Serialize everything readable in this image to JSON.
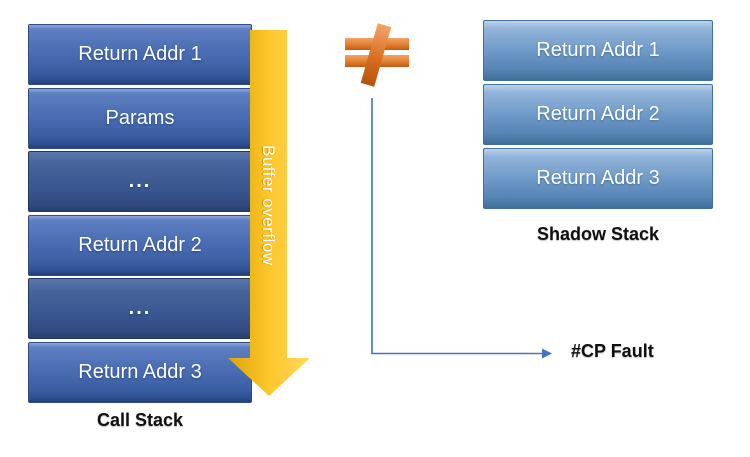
{
  "diagram": {
    "title_hint": "Shadow stack protection against buffer overflow",
    "call_stack": {
      "label": "Call Stack",
      "cells": [
        "Return Addr 1",
        "Params",
        "...",
        "Return Addr 2",
        "...",
        "Return Addr 3"
      ]
    },
    "shadow_stack": {
      "label": "Shadow Stack",
      "cells": [
        "Return Addr 1",
        "Return Addr 2",
        "Return Addr 3"
      ]
    },
    "buffer_overflow_arrow": {
      "label": "Buffer overflow"
    },
    "comparison": {
      "not_equal_symbol": "≠"
    },
    "fault": {
      "label": "#CP Fault"
    },
    "colors": {
      "call_stack_box_top": "#8fa7d3",
      "call_stack_box_bottom": "#243f74",
      "call_stack_dark_box_top": "#5a76ab",
      "call_stack_dark_box_bottom": "#263e6b",
      "shadow_stack_box_top": "#bdd3e9",
      "shadow_stack_box_bottom": "#41709b",
      "gold_arrow_dark": "#dca405",
      "gold_arrow_light": "#ffd95e",
      "not_equal_light": "#f2a36a",
      "not_equal_dark": "#c55a11",
      "connector_blue": "#4472c4",
      "box_text": "#ffffff",
      "caption_text": "#111111"
    }
  }
}
